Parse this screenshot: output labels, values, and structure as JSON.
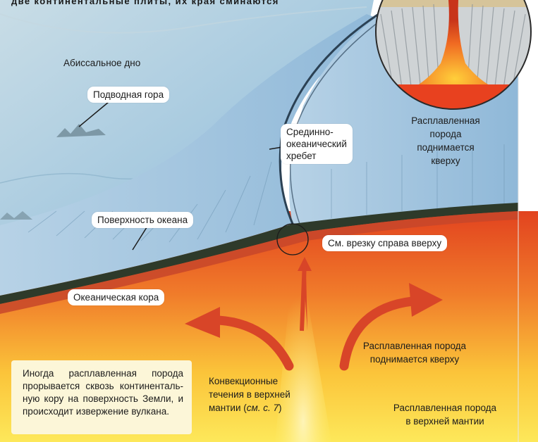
{
  "top_caption": "две континентальные плиты, их края сминаются",
  "labels": {
    "abyssal_floor": "Абиссальное дно",
    "seamount": "Подводная гора",
    "ridge_line1": "Срединно-",
    "ridge_line2": "океанический",
    "ridge_line3": "хребет",
    "inset_line1": "Расплавленная",
    "inset_line2": "порода",
    "inset_line3": "поднимается",
    "inset_line4": "кверху",
    "ocean_surface": "Поверхность океана",
    "see_inset": "См. врезку справа вверху",
    "oceanic_crust": "Океаническая кора",
    "rising_line1": "Расплавленная порода",
    "rising_line2": "поднимается кверху",
    "convection_line1": "Конвекционные",
    "convection_line2": "течения в верхней",
    "convection_line3_main": "мантии (",
    "convection_line3_ref": "см. с. 7",
    "convection_line3_end": ")",
    "mantle_line1": "Расплавленная порода",
    "mantle_line2": "в верхней мантии"
  },
  "note_box": {
    "text": "Иногда расплавленная порода прорывается сквозь континенталь­ную кору на поверхность Земли, и происходит извержение вулкана."
  },
  "colors": {
    "ocean": "#9cc3da",
    "crust": "#2e3a2a",
    "mantle_red": "#e44a22",
    "mantle_yellow": "#fde24a",
    "arrow": "#d84528"
  }
}
